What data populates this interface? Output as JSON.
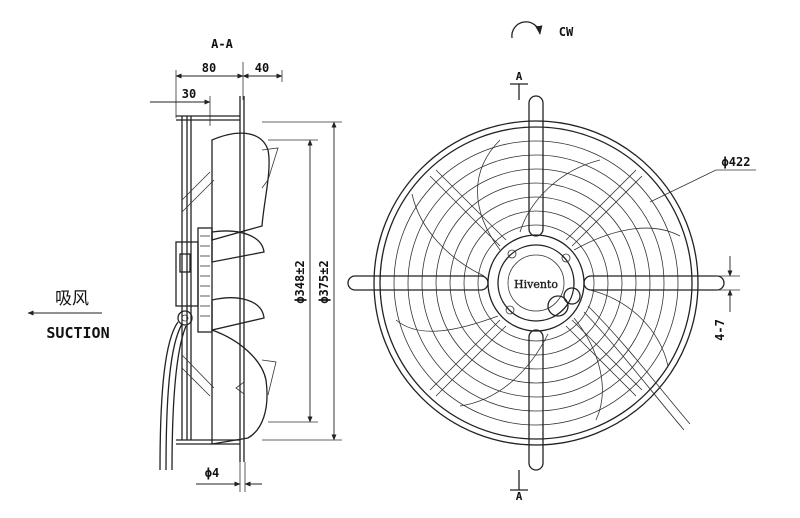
{
  "section_title": "A-A",
  "dim_overall_depth": "80",
  "dim_guard_offset": "40",
  "dim_mount_depth": "30",
  "dim_blade_dia": "ϕ348±2",
  "dim_guard_dia": "ϕ375±2",
  "dim_bolt_circle": "ϕ422",
  "dim_rod_dia": "ϕ4",
  "dim_slot": "4-7",
  "rotation_label": "CW",
  "section_mark_top": "A",
  "section_mark_bottom": "A",
  "airflow_chinese": "吸风",
  "airflow_english": "SUCTION",
  "brand_label": "Hivento"
}
